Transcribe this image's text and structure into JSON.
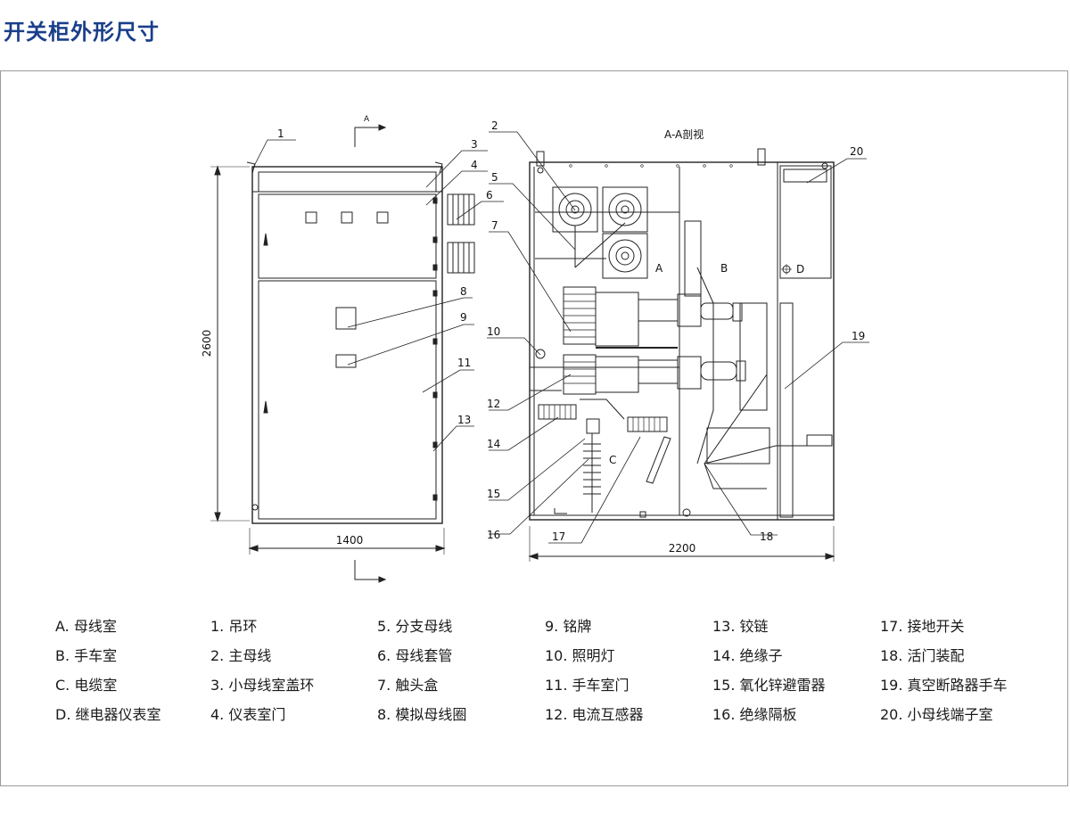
{
  "page": {
    "title": "开关柜外形尺寸"
  },
  "drawing": {
    "section_view_label": "A-A剖视",
    "section_marker": "A",
    "dimensions": {
      "front_height": "2600",
      "front_width": "1400",
      "side_depth": "2200"
    },
    "compartment_letters": [
      "A",
      "B",
      "C",
      "D"
    ],
    "callouts": [
      "1",
      "2",
      "3",
      "4",
      "5",
      "6",
      "7",
      "8",
      "9",
      "10",
      "11",
      "12",
      "13",
      "14",
      "15",
      "16",
      "17",
      "18",
      "19",
      "20"
    ]
  },
  "legend": {
    "columns": [
      [
        "A. 母线室",
        "B. 手车室",
        "C. 电缆室",
        "D. 继电器仪表室"
      ],
      [
        "1. 吊环",
        "2. 主母线",
        "3. 小母线室盖环",
        "4. 仪表室门"
      ],
      [
        "5. 分支母线",
        "6. 母线套管",
        "7. 触头盒",
        "8. 模拟母线圈"
      ],
      [
        "9. 铭牌",
        "10. 照明灯",
        "11. 手车室门",
        "12. 电流互感器"
      ],
      [
        "13. 铰链",
        "14. 绝缘子",
        "15. 氧化锌避雷器",
        "16. 绝缘隔板"
      ],
      [
        "17. 接地开关",
        "18. 活门装配",
        "19. 真空断路器手车",
        "20. 小母线端子室"
      ]
    ]
  }
}
